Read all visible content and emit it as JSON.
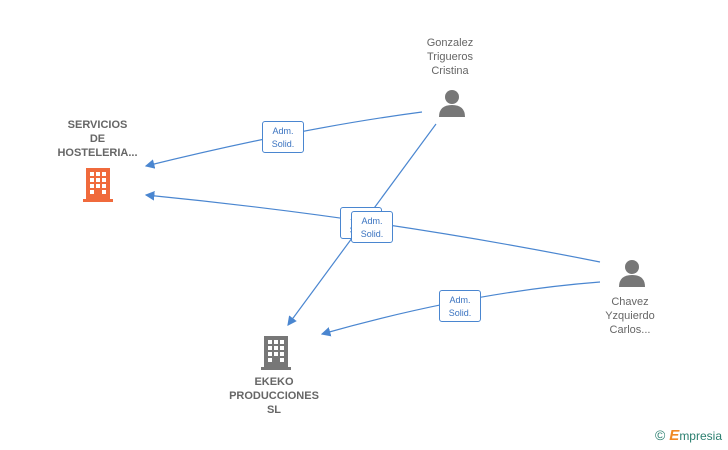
{
  "nodes": {
    "servicios": {
      "lines": [
        "SERVICIOS",
        "DE",
        "HOSTELERIA..."
      ],
      "color": "#f06a3c"
    },
    "ekeko": {
      "lines": [
        "EKEKO",
        "PRODUCCIONES",
        "SL"
      ],
      "color": "#777777"
    },
    "gonzalez": {
      "lines": [
        "Gonzalez",
        "Trigueros",
        "Cristina"
      ],
      "color": "#777777"
    },
    "chavez": {
      "lines": [
        "Chavez",
        "Yzquierdo",
        "Carlos..."
      ],
      "color": "#777777"
    }
  },
  "edges": [
    {
      "from": "gonzalez",
      "to": "servicios",
      "label": [
        "Adm.",
        "Solid."
      ]
    },
    {
      "from": "gonzalez",
      "to": "ekeko",
      "label": [
        "Adm.",
        "Solid."
      ]
    },
    {
      "from": "chavez",
      "to": "servicios",
      "label": [
        "Adm.",
        "Solid."
      ]
    },
    {
      "from": "chavez",
      "to": "ekeko",
      "label": [
        "Adm.",
        "Solid."
      ]
    }
  ],
  "branding": {
    "copyright": "©",
    "e": "E",
    "rest": "mpresia"
  },
  "colors": {
    "edge": "#4a86d0",
    "label_text": "#3a73c0"
  }
}
